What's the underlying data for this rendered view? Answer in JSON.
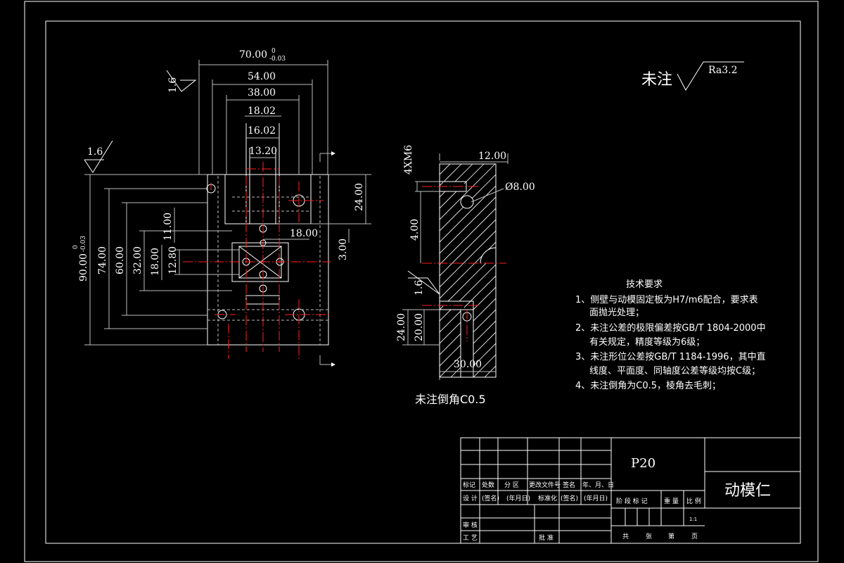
{
  "drawing": {
    "finish_note": {
      "label": "未注",
      "roughness": "Ra3.2"
    },
    "roughness_marks": [
      "1.6",
      "1.6",
      "1.6"
    ],
    "front_view_dims": {
      "width_overall": "70.00",
      "width_overall_tol_upper": "0",
      "width_overall_tol_lower": "-0.03",
      "w54": "54.00",
      "w38": "38.00",
      "w18_02": "18.02",
      "w16_02": "16.02",
      "w13_20": "13.20",
      "h90": "90.00",
      "h90_tol_upper": "0",
      "h90_tol_lower": "-0.03",
      "h74": "74.00",
      "h60": "60.00",
      "h32": "32.00",
      "h18": "18.00",
      "h12_80": "12.80",
      "h11": "11.00",
      "h24": "24.00",
      "w18": "18.00",
      "h3": "3.00"
    },
    "section_view_dims": {
      "thread": "4XM6",
      "w12": "12.00",
      "dia8": "Ø8.00",
      "h4": "4.00",
      "h24": "24.00",
      "h20": "20.00",
      "w30": "30.00"
    },
    "chamfer_note": "未注倒角C0.5",
    "tech_requirements": {
      "title": "技术要求",
      "lines": [
        "1、侧壁与动模固定板为H7/m6配合，要求表",
        "面抛光处理；",
        "2、未注公差的极限偏差按GB/T 1804-2000中",
        "有关规定，精度等级为6级；",
        "3、未注形位公差按GB/T 1184-1996，其中直",
        "线度、平面度、同轴度公差等级均按C级；",
        "4、未注倒角为C0.5，棱角去毛刺；"
      ]
    }
  },
  "title_block": {
    "material": "P20",
    "part_name": "动模仁",
    "row_headers": [
      "标记",
      "处数",
      "分 区",
      "更改文件号",
      "签名",
      "年、月、日"
    ],
    "design_row": [
      "设 计",
      "(签名)",
      "(年月日)",
      "标准化",
      "(签名)",
      "(年月日)"
    ],
    "review": "审 核",
    "process": "工 艺",
    "approve": "批 准",
    "stage_headers": [
      "阶 段 标 记",
      "重 量",
      "比 例"
    ],
    "scale": "1:1",
    "sheet_row": [
      "共",
      "张",
      "第",
      "页"
    ]
  }
}
